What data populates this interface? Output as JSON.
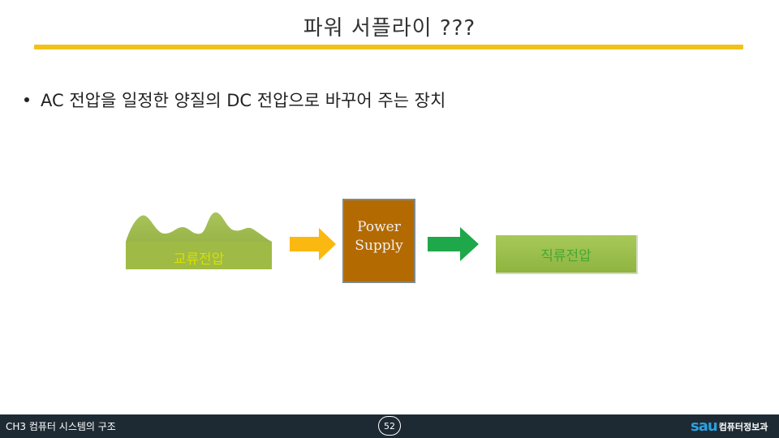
{
  "slide": {
    "title": "파워 서플라이 ???",
    "bullet": "AC 전압을 일정한 양질의 DC 전압으로 바꾸어 주는 장치"
  },
  "diagram": {
    "ac_label": "교류전압",
    "power_supply": {
      "line1": "Power",
      "line2": "Supply"
    },
    "dc_label": "직류전압"
  },
  "footer": {
    "chapter": "CH3 컴퓨터 시스템의 구조",
    "page": "52",
    "logo_mark": "sau",
    "logo_text": "컴퓨터정보과"
  },
  "colors": {
    "accent_rule": "#f2c21b",
    "ac_fill": "#9fba45",
    "ps_fill": "#b36a00",
    "arrow_yellow": "#fbb810",
    "arrow_green": "#1ea84a",
    "footer_bg": "#1e2a33"
  }
}
